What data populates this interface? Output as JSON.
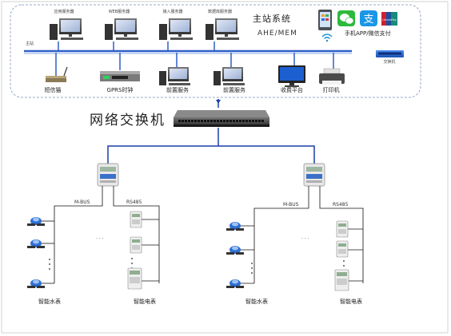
{
  "main_station": {
    "zone_title": "主站系统",
    "zone_subtitle": "AHE/MEM",
    "bus_label": "主站",
    "servers": [
      "应用服务器",
      "WEB服务器",
      "接入服务器",
      "数据库服务器"
    ],
    "bus_devices": [
      "短信猫",
      "GPRS时钟",
      "前置服务",
      "前置服务",
      "收费平台",
      "打印机"
    ],
    "payment_label": "手机APP/微信支付",
    "switch_label": "交换机",
    "unionpay_text": "UnionPay"
  },
  "network": {
    "core_switch_title": "网络交换机"
  },
  "field_groups": [
    {
      "mbus_label": "M-BUS",
      "rs485_label": "RS485",
      "ellipsis": "· · ·",
      "water_meter_label": "智能水表",
      "electric_meter_label": "智能电表"
    },
    {
      "mbus_label": "M-BUS",
      "rs485_label": "RS485",
      "ellipsis": "· · ·",
      "water_meter_label": "智能水表",
      "electric_meter_label": "智能电表"
    }
  ],
  "colors": {
    "main_bus": "#2f5fc7",
    "drop_lines": "#2f5fc7",
    "switch_link": "#1a3fa8",
    "field_wires": "#111111",
    "zone_border": "#9aa9c4",
    "monitor_body": "#555555",
    "pc_tower": "#333333",
    "water_meter": "#2d6fd6",
    "wechat": "#2dba3c",
    "alipay": "#1a96e8",
    "unionpay": "#d02030"
  },
  "icons": {
    "server": "desktop-computer-icon",
    "sms_modem": "sms-modem-icon",
    "gprs_clock": "gprs-clock-icon",
    "billing": "monitor-icon",
    "printer": "printer-icon",
    "wifi": "wifi-icon",
    "phone": "mobile-phone-icon",
    "wechat": "wechat-icon",
    "alipay": "alipay-icon",
    "unionpay": "unionpay-icon",
    "concentrator": "data-concentrator-icon",
    "water_meter": "water-meter-icon",
    "electric_meter": "electric-meter-icon"
  }
}
